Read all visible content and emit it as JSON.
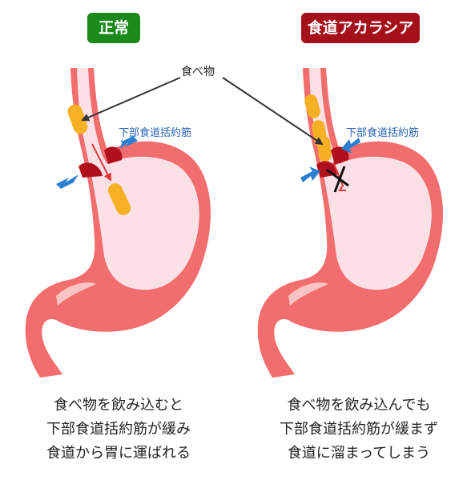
{
  "badges": {
    "normal": "正常",
    "achalasia": "食道アカラシア"
  },
  "labels": {
    "food": "食べ物",
    "sphincter_left": "下部食道括約筋",
    "sphincter_right": "下部食道括約筋"
  },
  "captions": {
    "normal": [
      "食べ物を飲み込むと",
      "下部食道括約筋が緩み",
      "食道から胃に運ばれる"
    ],
    "achalasia": [
      "食べ物を飲み込んでも",
      "下部食道括約筋が緩まず",
      "食道に溜まってしまう"
    ]
  },
  "colors": {
    "normal_badge": "#1a8a1a",
    "achalasia_badge": "#a5111b",
    "stomach": "#f26d6d",
    "stomach_inner": "#fbe0e6",
    "sphincter": "#b0101c",
    "food": "#f5b024",
    "push_arrow": "#2b7fd0"
  }
}
